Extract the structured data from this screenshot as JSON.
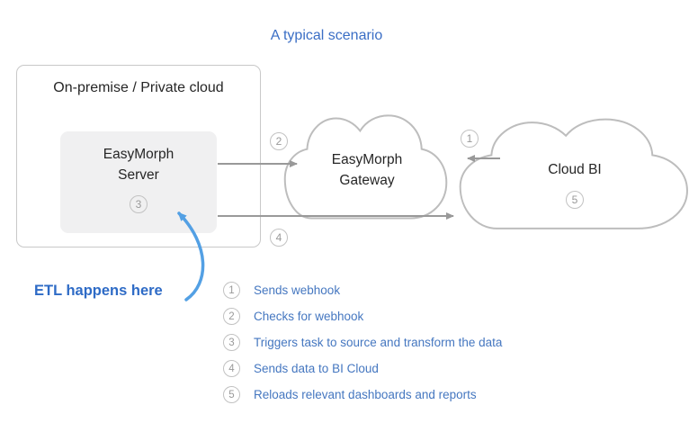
{
  "title": "A typical scenario",
  "onprem": {
    "label": "On-premise / Private cloud",
    "server": {
      "line1": "EasyMorph",
      "line2": "Server",
      "badge": "3"
    }
  },
  "gateway": {
    "line1": "EasyMorph",
    "line2": "Gateway"
  },
  "cloud_bi": {
    "label": "Cloud BI",
    "badge": "5"
  },
  "flow_badges": {
    "sends_webhook": "1",
    "checks_webhook": "2",
    "sends_data": "4"
  },
  "etl_note": "ETL happens here",
  "legend": [
    {
      "num": "1",
      "text": "Sends webhook"
    },
    {
      "num": "2",
      "text": "Checks for webhook"
    },
    {
      "num": "3",
      "text": "Triggers task to source and transform the data"
    },
    {
      "num": "4",
      "text": "Sends data to BI Cloud"
    },
    {
      "num": "5",
      "text": "Reloads relevant dashboards and reports"
    }
  ],
  "colors": {
    "accent_blue": "#3a6ec5",
    "legend_blue": "#4577c0",
    "etl_blue": "#2e6bc6",
    "arrow_blue": "#53a0e4",
    "arrow_gray": "#999999",
    "outline_gray": "#c8c8c8",
    "node_fill": "#f0f0f1"
  }
}
